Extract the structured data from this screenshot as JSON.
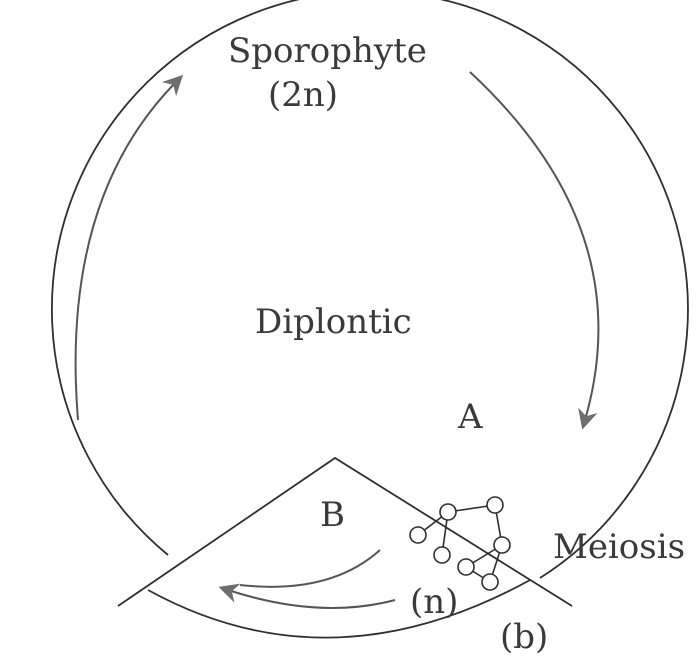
{
  "labels": {
    "sporophyte": "Sporophyte",
    "ploidy_2n": "(2n)",
    "diplontic": "Diplontic",
    "a": "A",
    "b": "B",
    "meiosis": "Meiosis",
    "n": "(n)",
    "b_paren": "(b)"
  },
  "colors": {
    "line": "#2f2f2f",
    "arrow": "#6e6e6e",
    "text": "#3a3a3a"
  }
}
